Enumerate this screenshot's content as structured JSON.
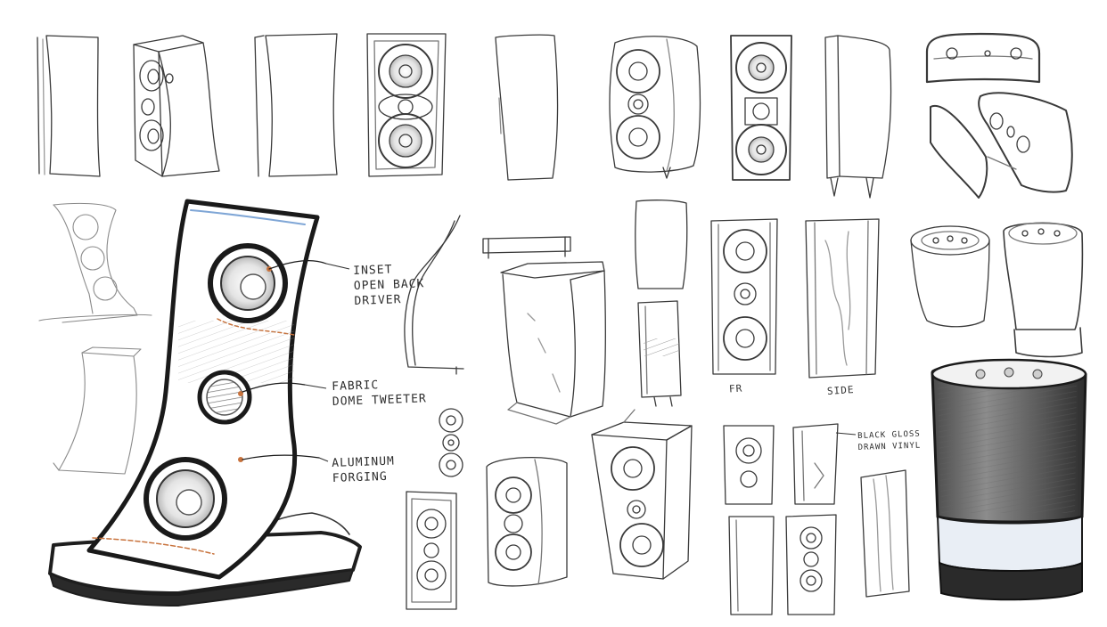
{
  "sheet": {
    "annotations": {
      "inset_driver": [
        "INSET",
        "OPEN BACK",
        "DRIVER"
      ],
      "tweeter": [
        "FABRIC",
        "DOME TWEETER"
      ],
      "forging": [
        "ALUMINUM",
        "FORGING"
      ],
      "finish": [
        "BLACK GLOSS",
        "DRAWN VINYL"
      ],
      "front_view": "FR",
      "side_view": "SIDE"
    },
    "colors": {
      "ink": "#2b2b2b",
      "pencil": "#8a8a8a",
      "marker_gray": "#6b6b6b",
      "accent_orange": "#c8723c",
      "accent_blue": "#7fa6d6"
    }
  }
}
